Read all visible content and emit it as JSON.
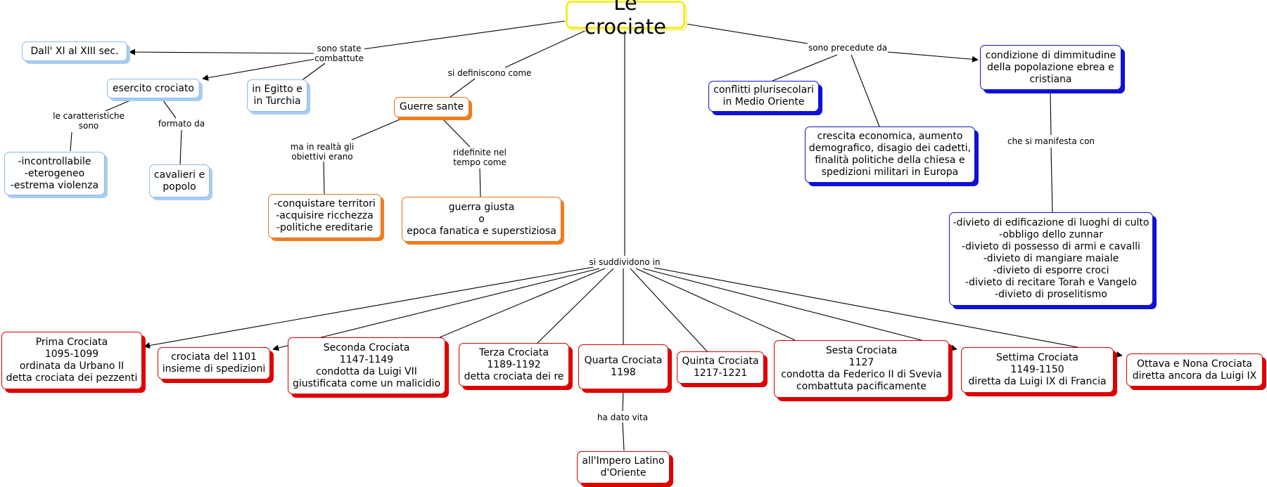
{
  "title": "Le crociate",
  "nodes": {
    "dall_xi": "Dall' XI al XIII sec.",
    "esercito": "esercito crociato",
    "egitto": "in Egitto e\nin Turchia",
    "caratteristiche_list": "-incontrollabile\n-eterogeneo\n-estrema violenza",
    "cavalieri": "cavalieri e\npopolo",
    "guerre_sante": "Guerre sante",
    "obiettivi_list": "-conquistare territori\n-acquisire ricchezza\n-politiche ereditarie",
    "guerra_giusta": "guerra giusta\no\nepoca fanatica e superstiziosa",
    "conflitti": "conflitti plurisecolari\nin Medio Oriente",
    "crescita": "crescita economica, aumento\ndemografico, disagio dei cadetti,\nfinalità politiche della chiesa e\nspedizioni militari in Europa",
    "dimmitudine": "condizione di dimmitudine\ndella popolazione ebrea e\ncristiana",
    "divieti": "-divieto di edificazione di luoghi di culto\n-obbligo dello zunnar\n-divieto di possesso di armi e cavalli\n-divieto di mangiare maiale\n-divieto di esporre croci\n-divieto di recitare Torah e Vangelo\n-divieto di proselitismo",
    "prima": "Prima Crociata\n1095-1099\nordinata da Urbano II\ndetta crociata dei pezzenti",
    "c1101": "crociata del 1101\ninsieme di spedizioni",
    "seconda": "Seconda Crociata\n1147-1149\ncondotta da Luigi VII\ngiustificata come un malicidio",
    "terza": "Terza Crociata\n1189-1192\ndetta crociata dei re",
    "quarta": "Quarta Crociata\n1198",
    "quinta": "Quinta Crociata\n1217-1221",
    "sesta": "Sesta Crociata\n1127\ncondotta da Federico II di Svevia\ncombattuta pacificamente",
    "settima": "Settima Crociata\n1149-1150\ndiretta da Luigi IX di Francia",
    "ottava": "Ottava e Nona Crociata\ndiretta ancora da Luigi IX",
    "impero": "all'Impero Latino\nd'Oriente"
  },
  "link_labels": {
    "sono_state": "sono state\ncombattute",
    "si_definiscono": "si definiscono come",
    "sono_precedute": "sono precedute da",
    "caratteristiche": "le caratteristiche\nsono",
    "formato": "formato da",
    "ma_in_realta": "ma in realtà gli\nobiettivi erano",
    "ridefinite": "ridefinite nel\ntempo come",
    "che_si_manifesta": "che si manifesta con",
    "si_suddividono": "si suddividono in",
    "ha_dato_vita": "ha dato vita"
  },
  "colors": {
    "title_border": "#f5ee2b",
    "light_blue": "#8bbbe6",
    "blue": "#1515c8",
    "orange": "#e8731d",
    "red": "#d40000",
    "line": "#000000"
  }
}
